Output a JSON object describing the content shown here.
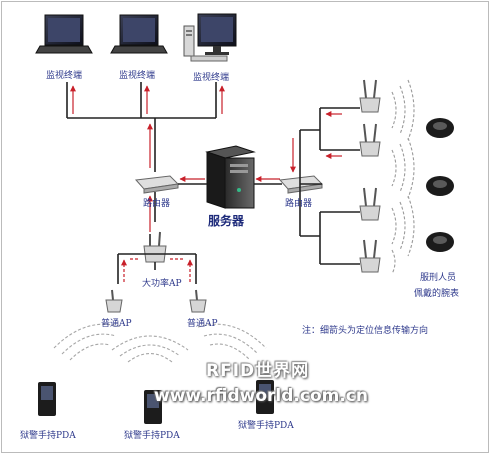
{
  "labels": {
    "monitor_terminal_1": "监视终端",
    "monitor_terminal_2": "监视终端",
    "monitor_terminal_3": "监视终端",
    "router_left": "路由器",
    "router_right": "路由器",
    "server": "服务器",
    "high_power_ap": "大功率AP",
    "ap_left": "普通AP",
    "ap_right": "普通AP",
    "pda_1": "狱警手持PDA",
    "pda_2": "狱警手持PDA",
    "pda_3": "狱警手持PDA",
    "inmate_line1": "服刑人员",
    "inmate_line2": "佩戴的腕表",
    "note": "注：细箭头为定位信息传输方向"
  },
  "watermark": {
    "line1": "RFID世界网",
    "line2": "www.rfidworld.com.cn"
  },
  "colors": {
    "line": "#222222",
    "arrow": "#c8202a",
    "text": "#2f3a8c"
  }
}
